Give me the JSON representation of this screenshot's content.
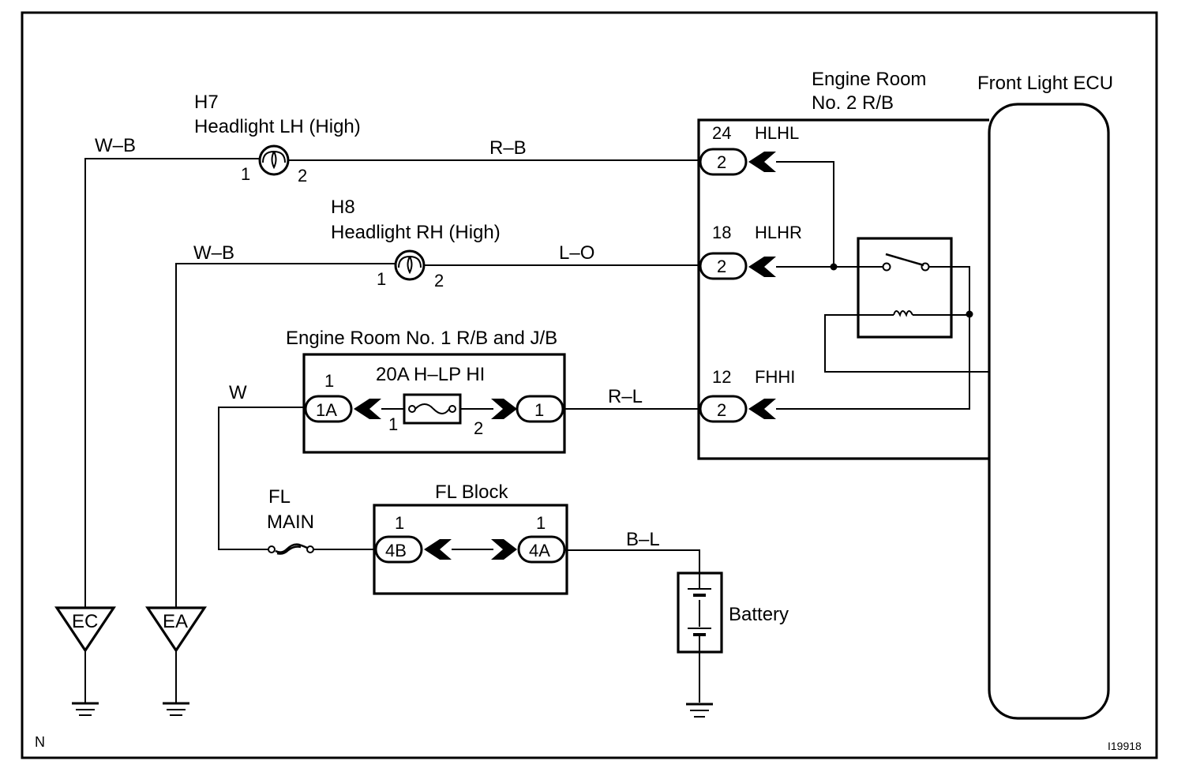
{
  "diagram": {
    "figure_id": "I19918",
    "corner_mark": "N",
    "components": {
      "h7": {
        "code": "H7",
        "name": "Headlight LH (High)",
        "pin_left": "1",
        "pin_right": "2"
      },
      "h8": {
        "code": "H8",
        "name": "Headlight RH (High)",
        "pin_left": "1",
        "pin_right": "2"
      },
      "er2": {
        "title_line1": "Engine Room",
        "title_line2": "No. 2 R/B",
        "terminals": [
          {
            "number": "24",
            "signal": "HLHL",
            "connector": "2"
          },
          {
            "number": "18",
            "signal": "HLHR",
            "connector": "2"
          },
          {
            "number": "12",
            "signal": "FHHI",
            "connector": "2"
          }
        ]
      },
      "ecu": {
        "name": "Front Light ECU"
      },
      "er1": {
        "title": "Engine Room No. 1 R/B and J/B",
        "fuse_label": "20A H–LP HI",
        "left_connector": "1A",
        "left_connector_pin": "1",
        "right_connector": "1",
        "fuse_pin_left": "1",
        "fuse_pin_right": "2"
      },
      "fl_main": {
        "line1": "FL",
        "line2": "MAIN"
      },
      "fl_block": {
        "title": "FL Block",
        "left_connector": "4B",
        "left_pin": "1",
        "right_connector": "4A",
        "right_pin": "1"
      },
      "battery": {
        "name": "Battery"
      },
      "grounds": [
        {
          "code": "EC"
        },
        {
          "code": "EA"
        }
      ]
    },
    "wires": {
      "h7_ground": "W–B",
      "h7_to_er2": "R–B",
      "h8_ground": "W–B",
      "h8_to_er2": "L–O",
      "fuse_feed": "W",
      "er1_to_er2": "R–L",
      "battery": "B–L"
    }
  }
}
